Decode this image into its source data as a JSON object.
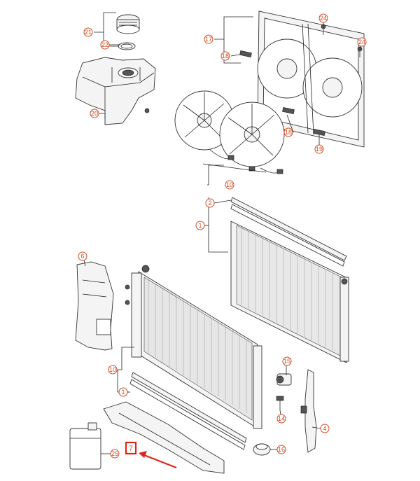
{
  "diagram": {
    "callouts": [
      {
        "id": "c21",
        "label": "21"
      },
      {
        "id": "c22",
        "label": "22"
      },
      {
        "id": "c20",
        "label": "20"
      },
      {
        "id": "c17",
        "label": "17"
      },
      {
        "id": "c18a",
        "label": "18"
      },
      {
        "id": "c18b",
        "label": "18"
      },
      {
        "id": "c19",
        "label": "19"
      },
      {
        "id": "c24a",
        "label": "24"
      },
      {
        "id": "c24b",
        "label": "24"
      },
      {
        "id": "c10top",
        "label": "10"
      },
      {
        "id": "c2",
        "label": "2"
      },
      {
        "id": "c1top",
        "label": "1"
      },
      {
        "id": "c6",
        "label": "6"
      },
      {
        "id": "c10",
        "label": "10"
      },
      {
        "id": "c1",
        "label": "1"
      },
      {
        "id": "c15",
        "label": "15"
      },
      {
        "id": "c14",
        "label": "14"
      },
      {
        "id": "c4",
        "label": "4"
      },
      {
        "id": "c16",
        "label": "16"
      },
      {
        "id": "c25",
        "label": "25"
      },
      {
        "id": "c7",
        "label": "7"
      }
    ],
    "highlight": {
      "label": "7",
      "color": "#e0241b"
    },
    "accent_color": "#d24a22"
  }
}
